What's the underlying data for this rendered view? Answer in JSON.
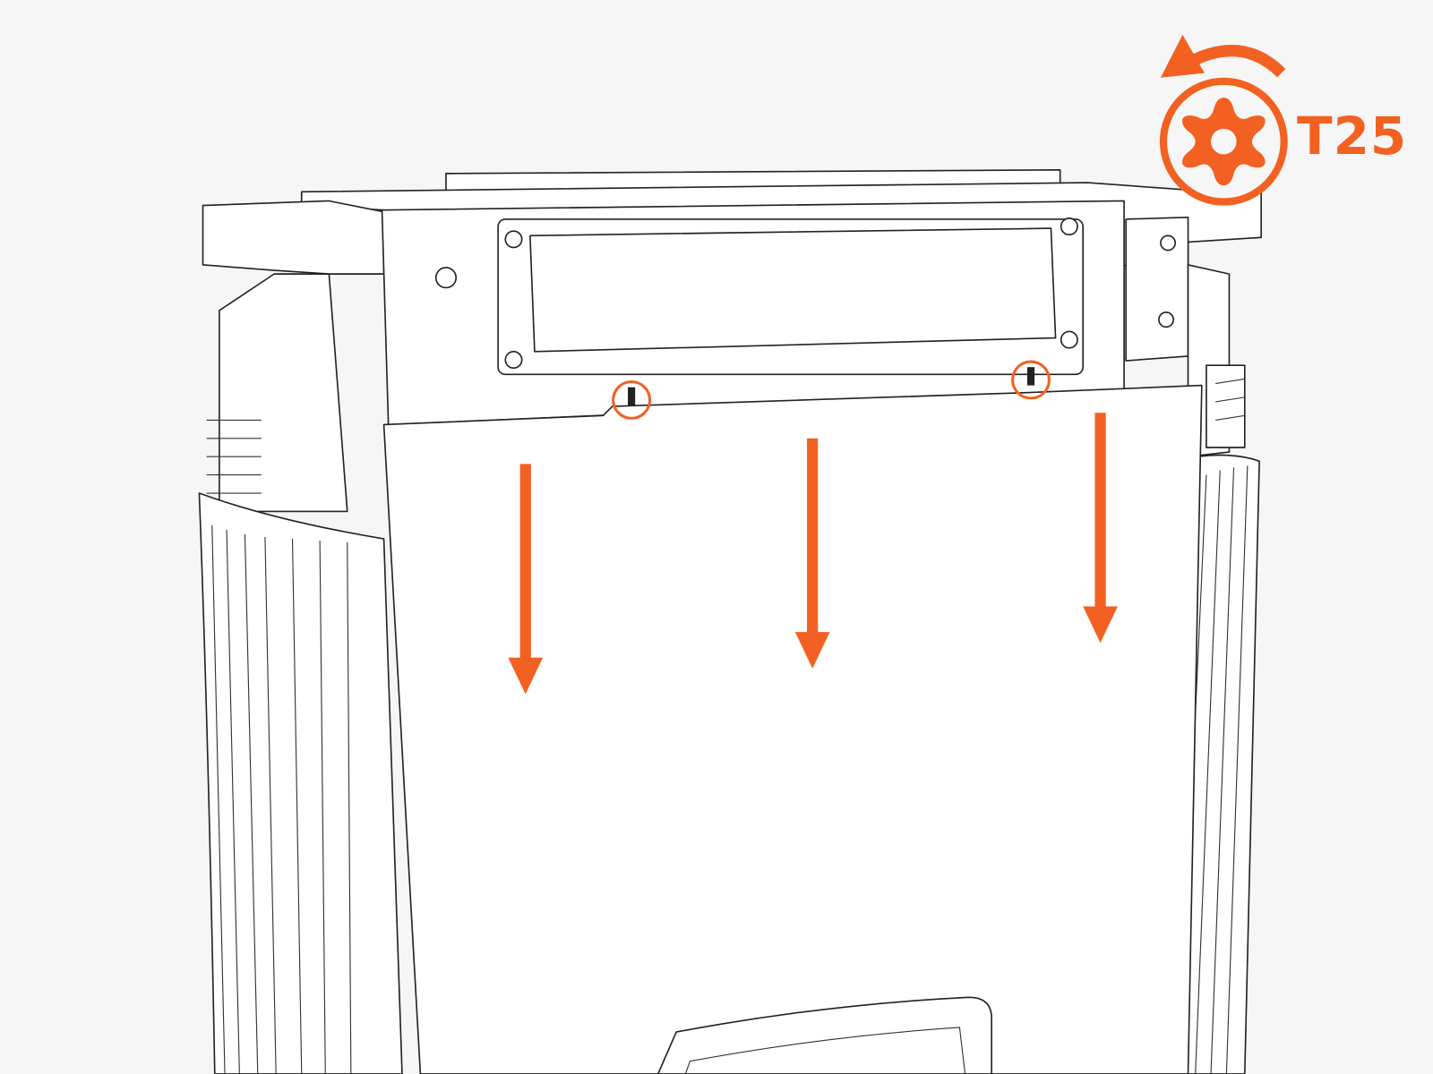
{
  "tool": {
    "label": "T25",
    "icon": "torx-bit-icon",
    "rotation": "counter-clockwise-arrow-icon"
  },
  "arrows": {
    "count": 3,
    "direction": "down"
  },
  "highlighted_screws": 2,
  "colors": {
    "accent": "#f26122",
    "background": "#f6f6f6",
    "line": "#222222"
  }
}
